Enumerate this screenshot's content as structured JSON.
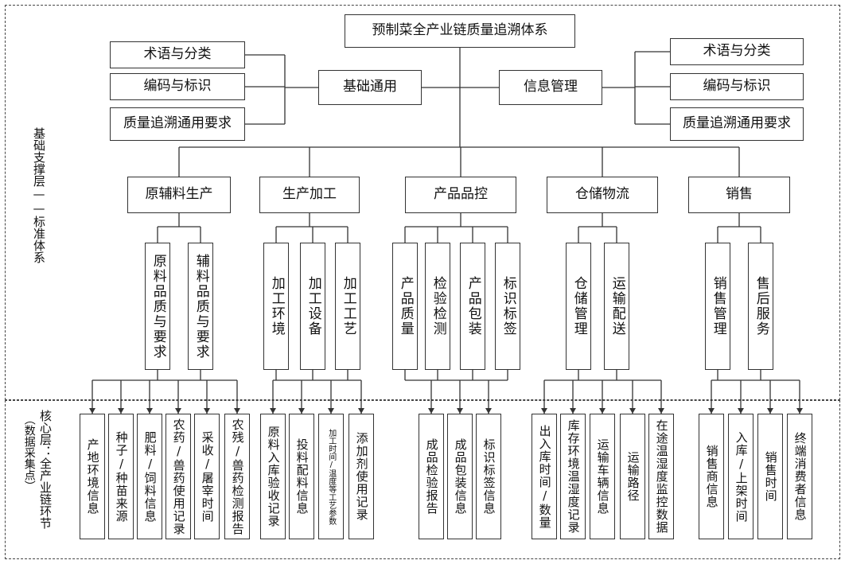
{
  "layers": {
    "basic_label": "基础支撑层——标准体系",
    "core_label": "核心层：全产业链环节",
    "core_sub": "（数据采集点）"
  },
  "title": "预制菜全产业链质量追溯体系",
  "basic": {
    "label": "基础通用",
    "items": [
      "术语与分类",
      "编码与标识",
      "质量追溯通用要求"
    ]
  },
  "info": {
    "label": "信息管理",
    "items": [
      "术语与分类",
      "编码与标识",
      "质量追溯通用要求"
    ]
  },
  "stages": [
    {
      "label": "原辅料生产",
      "subs": [
        "原料品质与要求",
        "辅料品质与要求"
      ],
      "leaves": [
        "产地环境信息",
        "种子/种苗来源",
        "肥料/饲料信息",
        "农药/兽药使用记录",
        "采收/屠宰时间",
        "农残/兽药检测报告"
      ]
    },
    {
      "label": "生产加工",
      "subs": [
        "加工环境",
        "加工设备",
        "加工工艺"
      ],
      "leaves": [
        "原料入库验收记录",
        "投料配料信息",
        "加工时间/温度等工艺参数",
        "添加剂使用记录"
      ]
    },
    {
      "label": "产品品控",
      "subs": [
        "产品质量",
        "检验检测",
        "产品包装",
        "标识标签"
      ],
      "leaves": [
        "成品检验报告",
        "成品包装信息",
        "标识标签信息"
      ]
    },
    {
      "label": "仓储物流",
      "subs": [
        "仓储管理",
        "运输配送"
      ],
      "leaves": [
        "出入库时间/数量",
        "库存环境温湿度记录",
        "运输车辆信息",
        "运输路径",
        "在途温湿度监控数据"
      ]
    },
    {
      "label": "销售",
      "subs": [
        "销售管理",
        "售后服务"
      ],
      "leaves": [
        "销售商信息",
        "入库/上架时间",
        "销售时间",
        "终端消费者信息"
      ]
    }
  ]
}
